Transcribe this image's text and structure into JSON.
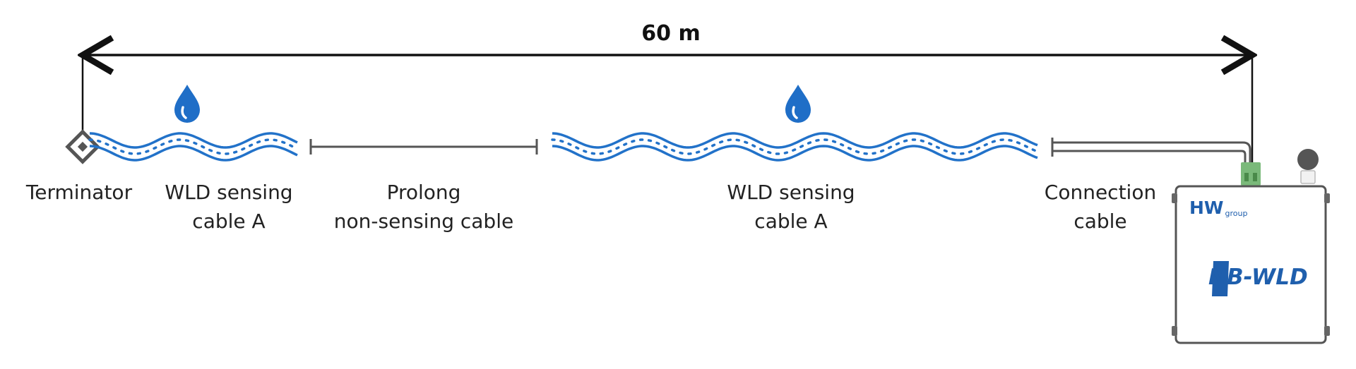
{
  "distance": {
    "label": "60 m"
  },
  "labels": {
    "terminator": "Terminator",
    "sensing_a1": [
      "WLD sensing",
      "cable A"
    ],
    "prolong": [
      "Prolong",
      "non-sensing cable"
    ],
    "sensing_a2": [
      "WLD sensing",
      "cable A"
    ],
    "connection": [
      "Connection",
      "cable"
    ]
  },
  "device": {
    "brand": "HW",
    "brand_sub": "group",
    "model": "NB-WLD"
  },
  "colors": {
    "cable_blue": "#2272c9",
    "cable_gray": "#555555",
    "drop_blue": "#1f6ec7",
    "terminal_green": "#7ab97a",
    "device_border": "#555555",
    "brand_blue": "#1f5fad"
  },
  "icons": [
    "water-drop-icon",
    "terminator-icon",
    "nb-wld-device-icon"
  ]
}
